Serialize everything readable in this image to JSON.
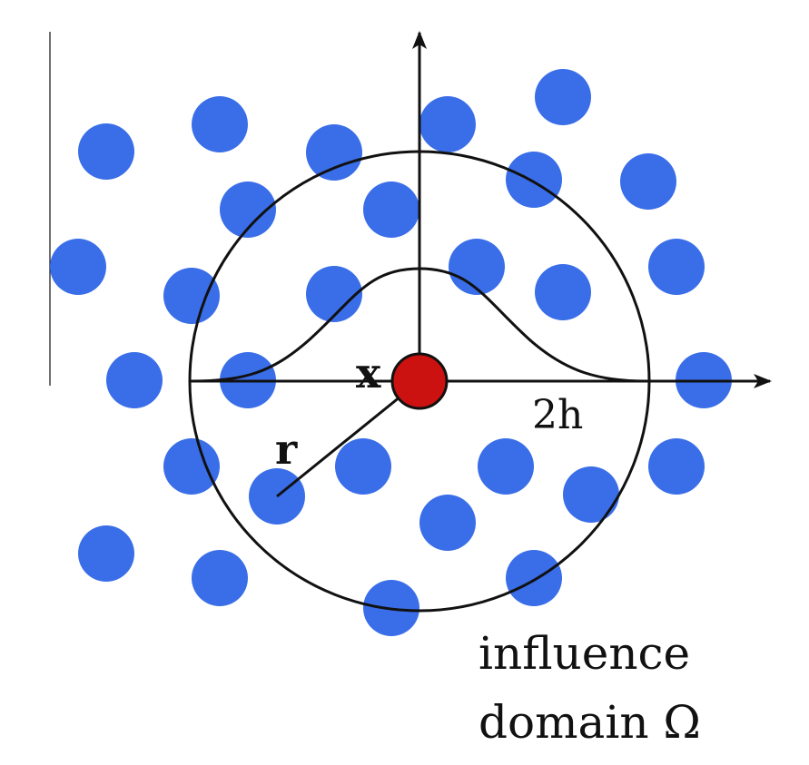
{
  "labels": {
    "center_point": "x",
    "radius": "r",
    "support_radius": "2h",
    "domain_line1": "influence",
    "domain_line2": "domain Ω"
  },
  "colors": {
    "particle": "#3a6ee8",
    "center_particle": "#cc1111",
    "lines": "#111111"
  }
}
